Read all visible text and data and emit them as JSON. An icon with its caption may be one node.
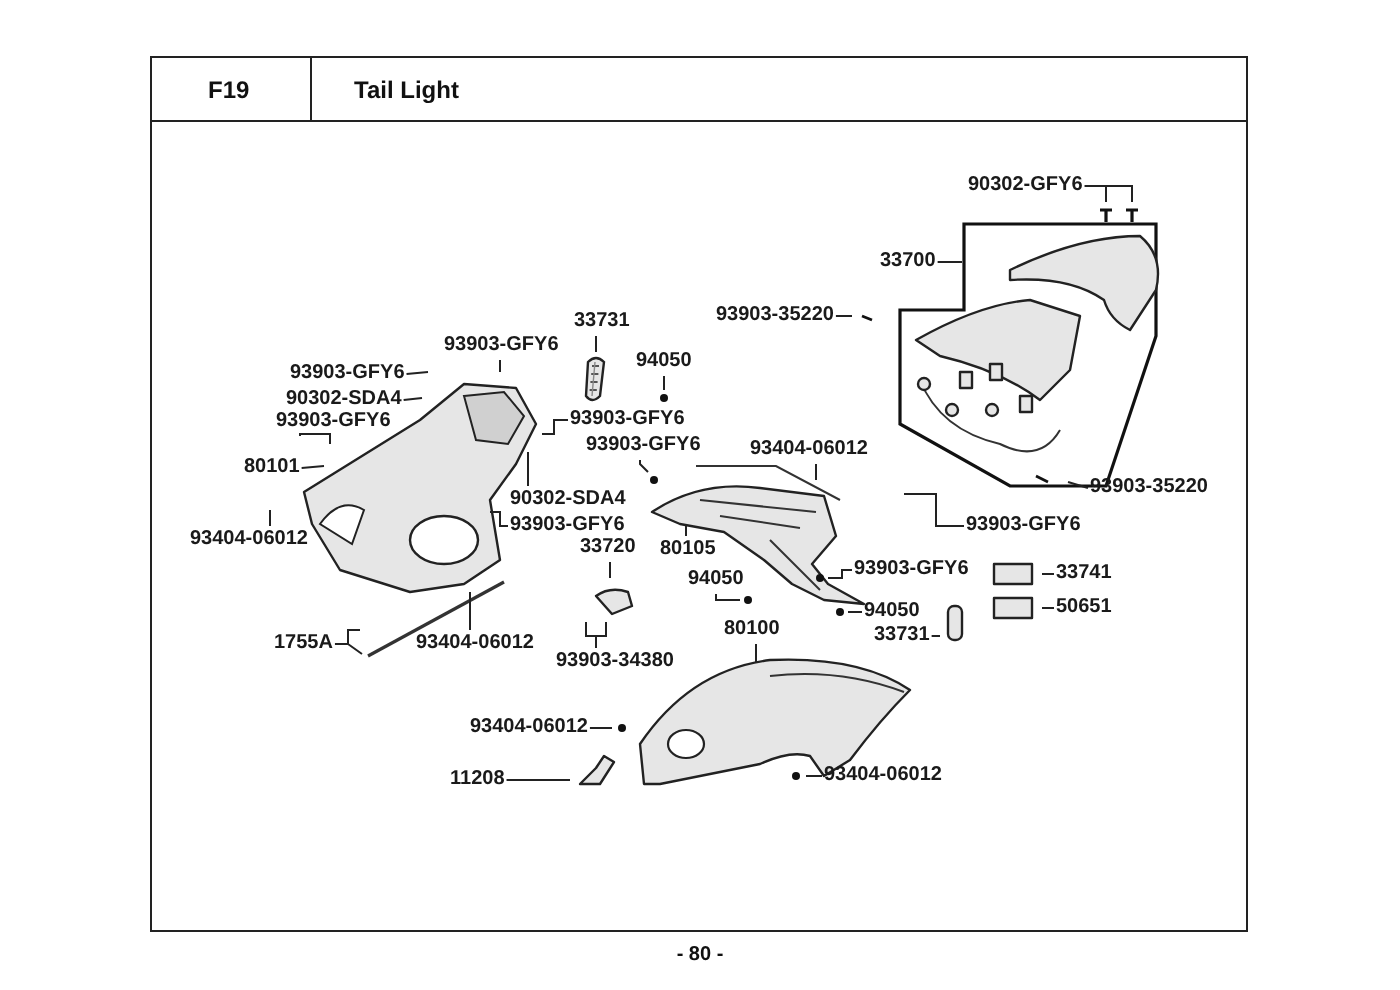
{
  "diagram": {
    "title": "Tail Light",
    "nodes": [
      {
        "text": [
          "90302-GFY6"
        ]
      },
      {
        "text": [
          "33700"
        ]
      },
      {
        "text": [
          "93903-35220"
        ]
      },
      {
        "text": [
          "33731"
        ]
      },
      {
        "text": [
          "93903-GFY6"
        ]
      },
      {
        "text": [
          "93903-GFY6"
        ]
      },
      {
        "text": [
          "94050"
        ]
      },
      {
        "text": [
          "90302-SDA4"
        ]
      },
      {
        "text": [
          "93903-GFY6"
        ]
      },
      {
        "text": [
          "93903-GFY6"
        ]
      },
      {
        "text": [
          "93903-GFY6"
        ]
      },
      {
        "text": [
          "93404-06012"
        ]
      },
      {
        "text": [
          "80101"
        ]
      },
      {
        "text": [
          "93903-35220"
        ]
      },
      {
        "text": [
          "90302-SDA4"
        ]
      },
      {
        "text": [
          "93903-GFY6"
        ]
      },
      {
        "text": [
          "80105"
        ]
      },
      {
        "text": [
          "93404-06012"
        ]
      },
      {
        "text": [
          "93903-GFY6"
        ]
      },
      {
        "text": [
          "93903-GFY6"
        ]
      },
      {
        "text": [
          "33720"
        ]
      },
      {
        "text": [
          "94050"
        ]
      },
      {
        "text": [
          "33741"
        ]
      },
      {
        "text": [
          "50651"
        ]
      },
      {
        "text": [
          "94050"
        ]
      },
      {
        "text": [
          "33731"
        ]
      },
      {
        "text": [
          "1755A"
        ]
      },
      {
        "text": [
          "93404-06012"
        ]
      },
      {
        "text": [
          "80100"
        ]
      },
      {
        "text": [
          "93903-34380"
        ]
      },
      {
        "text": [
          "93404-06012"
        ]
      },
      {
        "text": [
          "11208"
        ]
      },
      {
        "text": [
          "93404-06012"
        ]
      },
      {
        "text": [],
        "shape": "picture"
      }
    ],
    "edges": [
      {
        "from": 0,
        "to": null,
        "arrow": "none"
      },
      {
        "from": 1,
        "to": null,
        "arrow": "none"
      },
      {
        "from": 2,
        "to": null,
        "arrow": "none"
      },
      {
        "from": 3,
        "to": 33,
        "arrow": "none"
      },
      {
        "from": 4,
        "to": null,
        "arrow": "none"
      },
      {
        "from": 5,
        "to": null,
        "arrow": "none"
      },
      {
        "from": 6,
        "to": null,
        "arrow": "none"
      },
      {
        "from": 7,
        "to": null,
        "arrow": "none"
      },
      {
        "from": 8,
        "to": null,
        "arrow": "none"
      },
      {
        "from": 9,
        "to": null,
        "arrow": "none"
      },
      {
        "from": 10,
        "to": null,
        "arrow": "none"
      },
      {
        "from": 11,
        "to": null,
        "arrow": "none"
      },
      {
        "from": 12,
        "to": null,
        "arrow": "none"
      },
      {
        "from": 13,
        "to": null,
        "arrow": "none"
      },
      {
        "from": 14,
        "to": null,
        "arrow": "none"
      },
      {
        "from": 15,
        "to": null,
        "arrow": "none"
      },
      {
        "from": 16,
        "to": null,
        "arrow": "none"
      },
      {
        "from": 17,
        "to": null,
        "arrow": "none"
      },
      {
        "from": 18,
        "to": null,
        "arrow": "none"
      },
      {
        "from": 19,
        "to": null,
        "arrow": "none"
      },
      {
        "from": 20,
        "to": null,
        "arrow": "none"
      },
      {
        "from": 21,
        "to": null,
        "arrow": "none"
      },
      {
        "from": 22,
        "to": null,
        "arrow": "none"
      },
      {
        "from": 23,
        "to": null,
        "arrow": "none"
      },
      {
        "from": 24,
        "to": null,
        "arrow": "none"
      },
      {
        "from": 25,
        "to": null,
        "arrow": "none"
      },
      {
        "from": 26,
        "to": null,
        "arrow": "none"
      },
      {
        "from": 27,
        "to": null,
        "arrow": "none"
      },
      {
        "from": 28,
        "to": null,
        "arrow": "none"
      },
      {
        "from": 29,
        "to": null,
        "arrow": "none"
      },
      {
        "from": 30,
        "to": null,
        "arrow": "none"
      },
      {
        "from": 31,
        "to": null,
        "arrow": "none"
      },
      {
        "from": 32,
        "to": null,
        "arrow": "none"
      }
    ],
    "labels": [
      "F19",
      "- 80 -"
    ]
  }
}
